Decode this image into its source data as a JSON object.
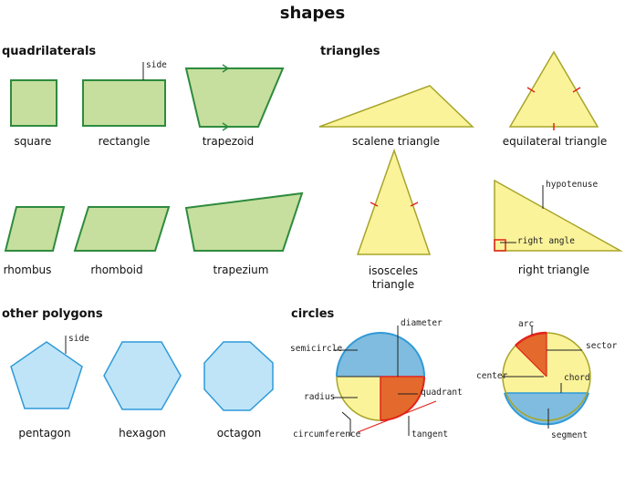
{
  "title": "shapes",
  "sections": {
    "quadrilaterals": "quadrilaterals",
    "triangles": "triangles",
    "other_polygons": "other polygons",
    "circles": "circles"
  },
  "shape_labels": {
    "square": "square",
    "rectangle": "rectangle",
    "trapezoid": "trapezoid",
    "rhombus": "rhombus",
    "rhomboid": "rhomboid",
    "trapezium": "trapezium",
    "scalene": "scalene triangle",
    "equilateral": "equilateral triangle",
    "isosceles": "isosceles triangle",
    "right": "right triangle",
    "pentagon": "pentagon",
    "hexagon": "hexagon",
    "octagon": "octagon"
  },
  "annotations": {
    "side_rect": "side",
    "side_pentagon": "side",
    "hypotenuse": "hypotenuse",
    "right_angle": "right angle",
    "diameter": "diameter",
    "semicircle": "semicircle",
    "radius": "radius",
    "quadrant": "quadrant",
    "circumference": "circumference",
    "tangent": "tangent",
    "arc": "arc",
    "sector": "sector",
    "center": "center",
    "chord": "chord",
    "segment": "segment"
  },
  "colors": {
    "quad_fill": "#c6df9e",
    "quad_stroke": "#2e8b3e",
    "tri_fill": "#fbf39a",
    "tri_stroke": "#a7a52a",
    "poly_fill": "#bfe4f7",
    "poly_stroke": "#2f9ad8",
    "circle_blue": "#7fbcdf",
    "circle_orange": "#e36a2c",
    "circle_red": "#e2231a",
    "tick_red": "#e2231a"
  }
}
